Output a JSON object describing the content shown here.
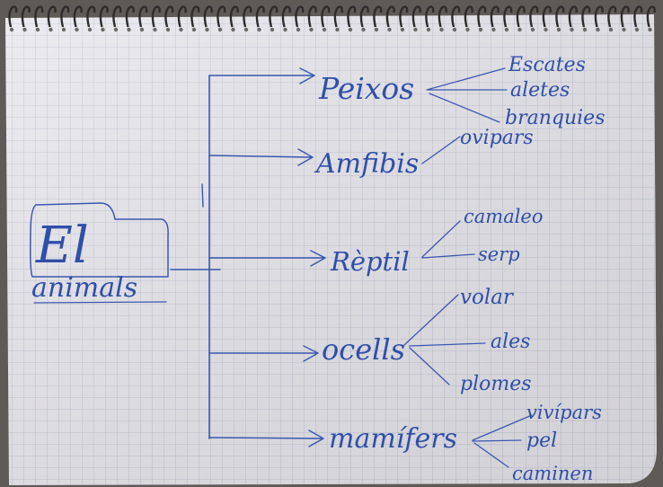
{
  "diagram": {
    "root": {
      "line1": "El",
      "line2": "animals"
    },
    "classes": [
      {
        "label": "Peixos",
        "traits": [
          "Escates",
          "aletes",
          "branquies"
        ]
      },
      {
        "label": "Amfibis",
        "traits": [
          "ovipars"
        ]
      },
      {
        "label": "Rèptil",
        "traits": [
          "camaleo",
          "serp"
        ]
      },
      {
        "label": "ocells",
        "traits": [
          "volar",
          "ales",
          "plomes"
        ]
      },
      {
        "label": "mamífers",
        "traits": [
          "vivípars",
          "pel",
          "caminen"
        ]
      }
    ]
  },
  "colors": {
    "ink": "#3a58b0",
    "paper": "#e9e8ee",
    "grid": "#b9bccb",
    "background": "#5e5a55"
  }
}
